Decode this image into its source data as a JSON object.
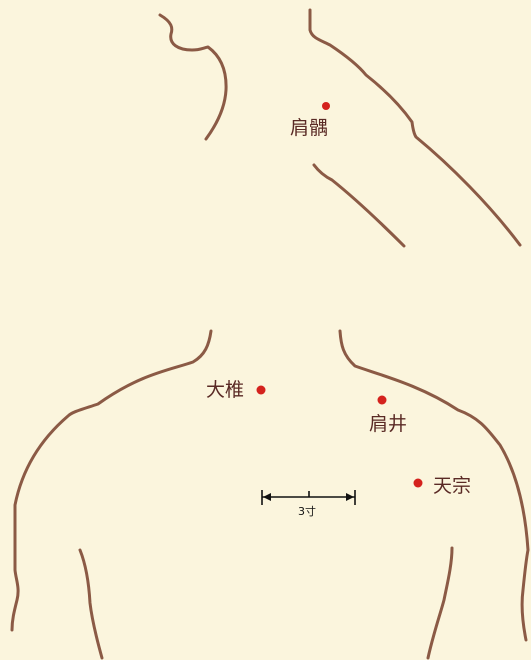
{
  "acupoints": {
    "jianyu": "肩髃",
    "dazhui": "大椎",
    "jianjing": "肩井",
    "tianzong": "天宗"
  },
  "scale_bar": {
    "label": "3寸"
  },
  "colors": {
    "background": "#fbf5dd",
    "outline": "#8b5a45",
    "point": "#d4221d",
    "label_text": "#5a2a25"
  }
}
